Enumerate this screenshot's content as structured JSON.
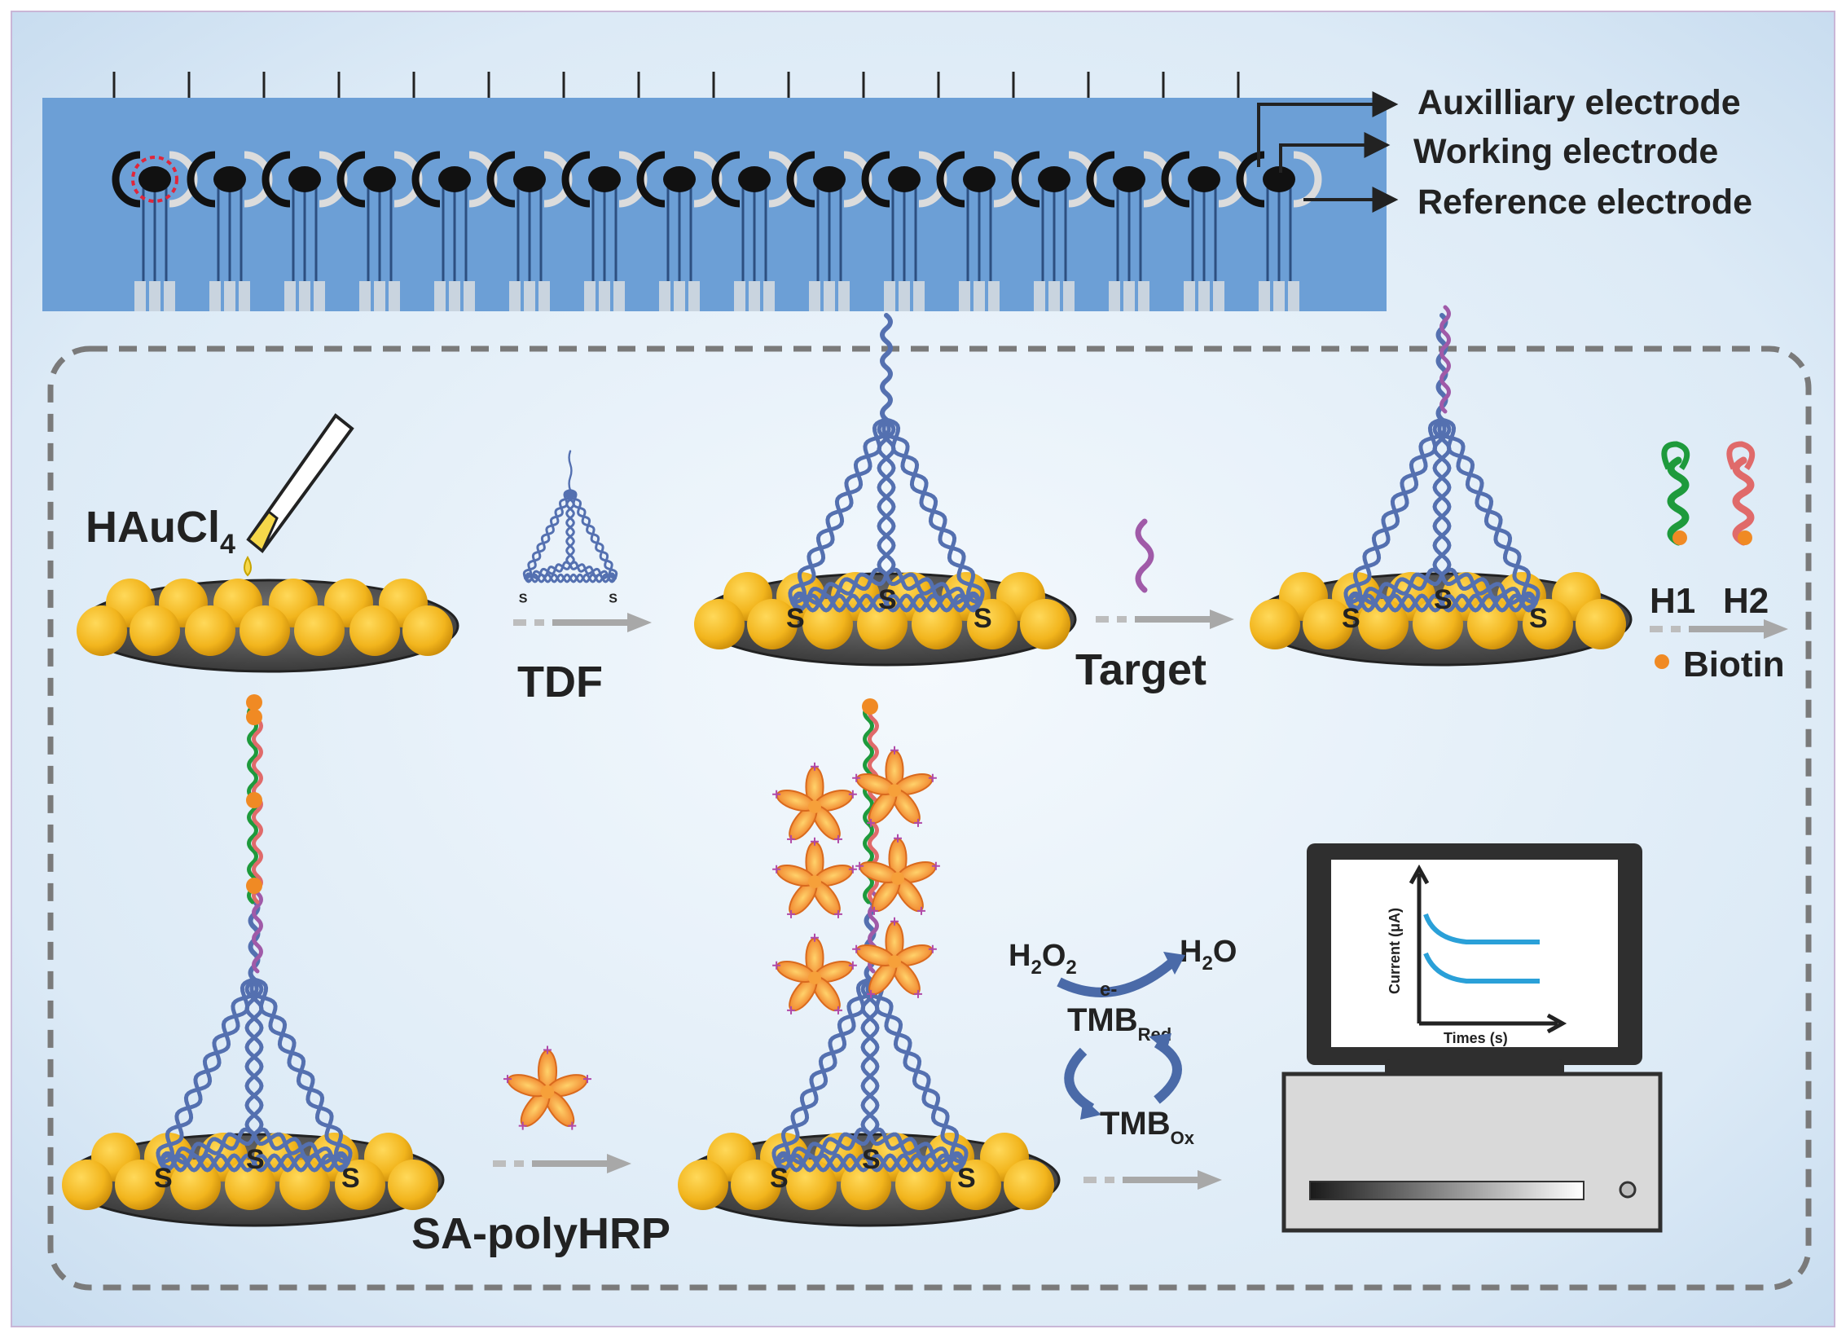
{
  "colors": {
    "background_light": "#eaf3fb",
    "background_edge": "#c7dcef",
    "chip_blue": "#6c9fd6",
    "contact_pad": "#c9d4df",
    "electrode_black": "#111111",
    "dna_blue": "#5470b0",
    "gold": "#f2b51d",
    "plate_gray": "#5a5a5a",
    "target_purple": "#a05aa8",
    "h1_green": "#1e9a3c",
    "h2_red": "#e06a6a",
    "biotin_orange": "#f08a24",
    "hrp_orange": "#f3903a",
    "arrow_gray": "#a8a8a8",
    "curve_blue": "#2aa0d8",
    "computer_dark": "#2f2f2f",
    "computer_case": "#d9d9d9",
    "cycle_arrow": "#4a6aa8"
  },
  "electrode_chip": {
    "electrode_count": 16,
    "highlighted_index": 0,
    "legend": [
      {
        "label": "Auxilliary electrode"
      },
      {
        "label": "Working electrode"
      },
      {
        "label": "Reference electrode"
      }
    ]
  },
  "steps": {
    "haucl4": {
      "main": "HAuCl",
      "sub": "4"
    },
    "tdf": "TDF",
    "target": "Target",
    "h1": "H1",
    "h2": "H2",
    "biotin": "Biotin",
    "sa_polyhrp": "SA-polyHRP",
    "thiol": "S"
  },
  "reaction": {
    "h2o2": {
      "a": "H",
      "s1": "2",
      "b": "O",
      "s2": "2"
    },
    "h2o": {
      "a": "H",
      "s1": "2",
      "b": "O"
    },
    "electron": "e-",
    "tmb_red": {
      "main": "TMB",
      "sub": "Red"
    },
    "tmb_ox": {
      "main": "TMB",
      "sub": "Ox"
    }
  },
  "monitor_graph": {
    "ylabel": "Current (μA)",
    "xlabel": "Times (s)"
  }
}
